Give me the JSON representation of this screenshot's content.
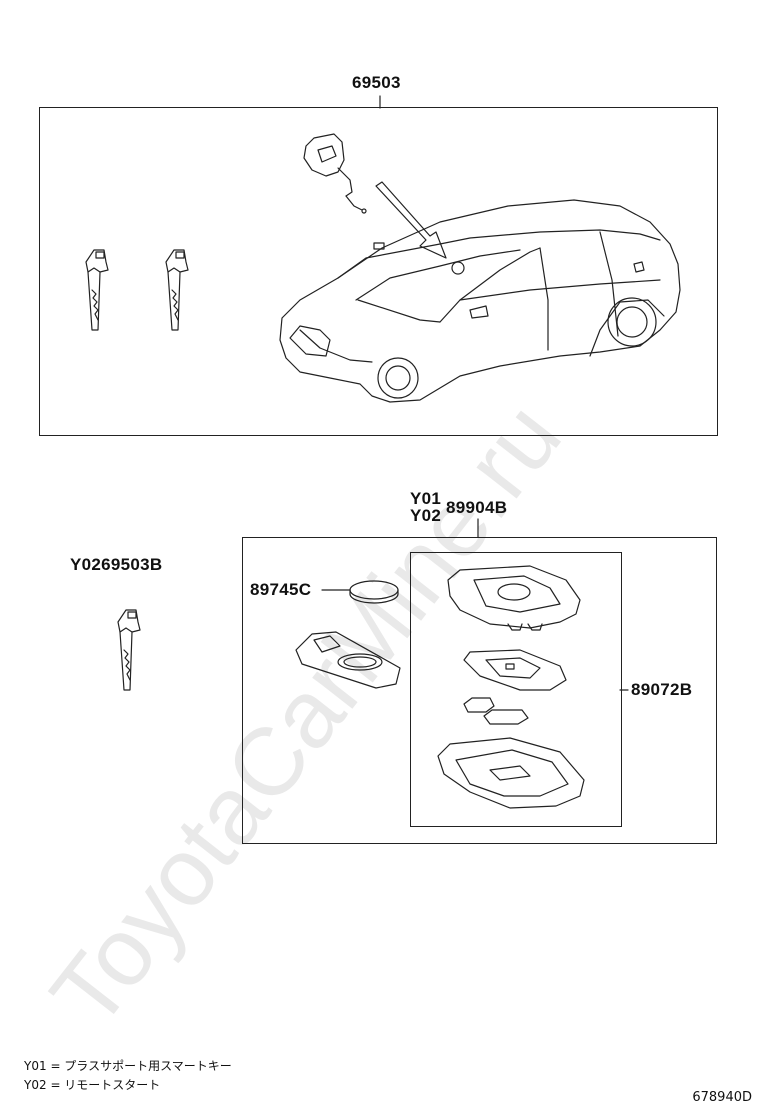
{
  "watermark": "ToyotaCarMine.ru",
  "labels": {
    "top_part": "69503",
    "variant_top": "Y01",
    "variant_bottom": "Y02",
    "kit_part": "89904B",
    "key_variant": "Y02",
    "key_part": "69503B",
    "battery_part": "89745C",
    "case_part": "89072B"
  },
  "legend": [
    {
      "code": "Y01",
      "text": "= プラスサポート用スマートキー"
    },
    {
      "code": "Y02",
      "text": "= リモートスタート"
    }
  ],
  "diagram_id": "678940D"
}
